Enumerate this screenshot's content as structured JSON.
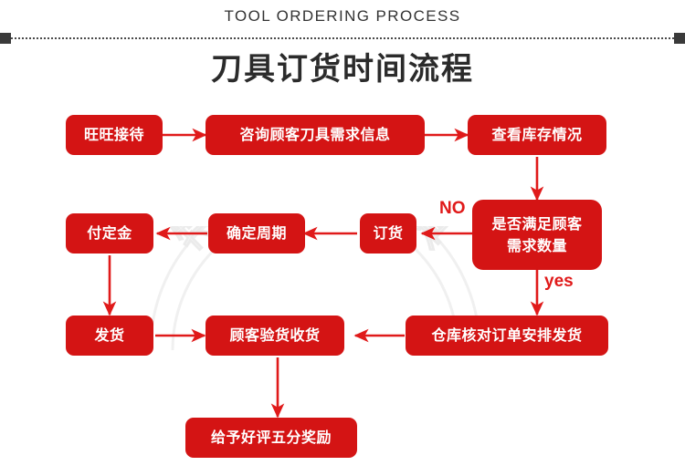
{
  "header": {
    "english_title": "TOOL ORDERING PROCESS",
    "chinese_title": "刀具订货时间流程"
  },
  "watermark": {
    "text": "特瑞数控刀具",
    "color": "#f1f1f1"
  },
  "theme": {
    "box_color": "#d41414",
    "arrow_color": "#e01a1a",
    "box_text_color": "#ffffff",
    "title_color": "#2b2b2b",
    "background": "#ffffff"
  },
  "flow": {
    "nodes": [
      {
        "id": "n1",
        "label": "旺旺接待"
      },
      {
        "id": "n2",
        "label": "咨询顾客刀具需求信息"
      },
      {
        "id": "n3",
        "label": "查看库存情况"
      },
      {
        "id": "n4",
        "label_line1": "是否满足顾客",
        "label_line2": "需求数量"
      },
      {
        "id": "n5",
        "label": "订货"
      },
      {
        "id": "n6",
        "label": "确定周期"
      },
      {
        "id": "n7",
        "label": "付定金"
      },
      {
        "id": "n8",
        "label": "发货"
      },
      {
        "id": "n9",
        "label": "顾客验货收货"
      },
      {
        "id": "n10",
        "label": "仓库核对订单安排发货"
      },
      {
        "id": "n11",
        "label": "给予好评五分奖励"
      }
    ],
    "edge_labels": [
      {
        "id": "no",
        "text": "NO"
      },
      {
        "id": "yes",
        "text": "yes"
      }
    ]
  }
}
